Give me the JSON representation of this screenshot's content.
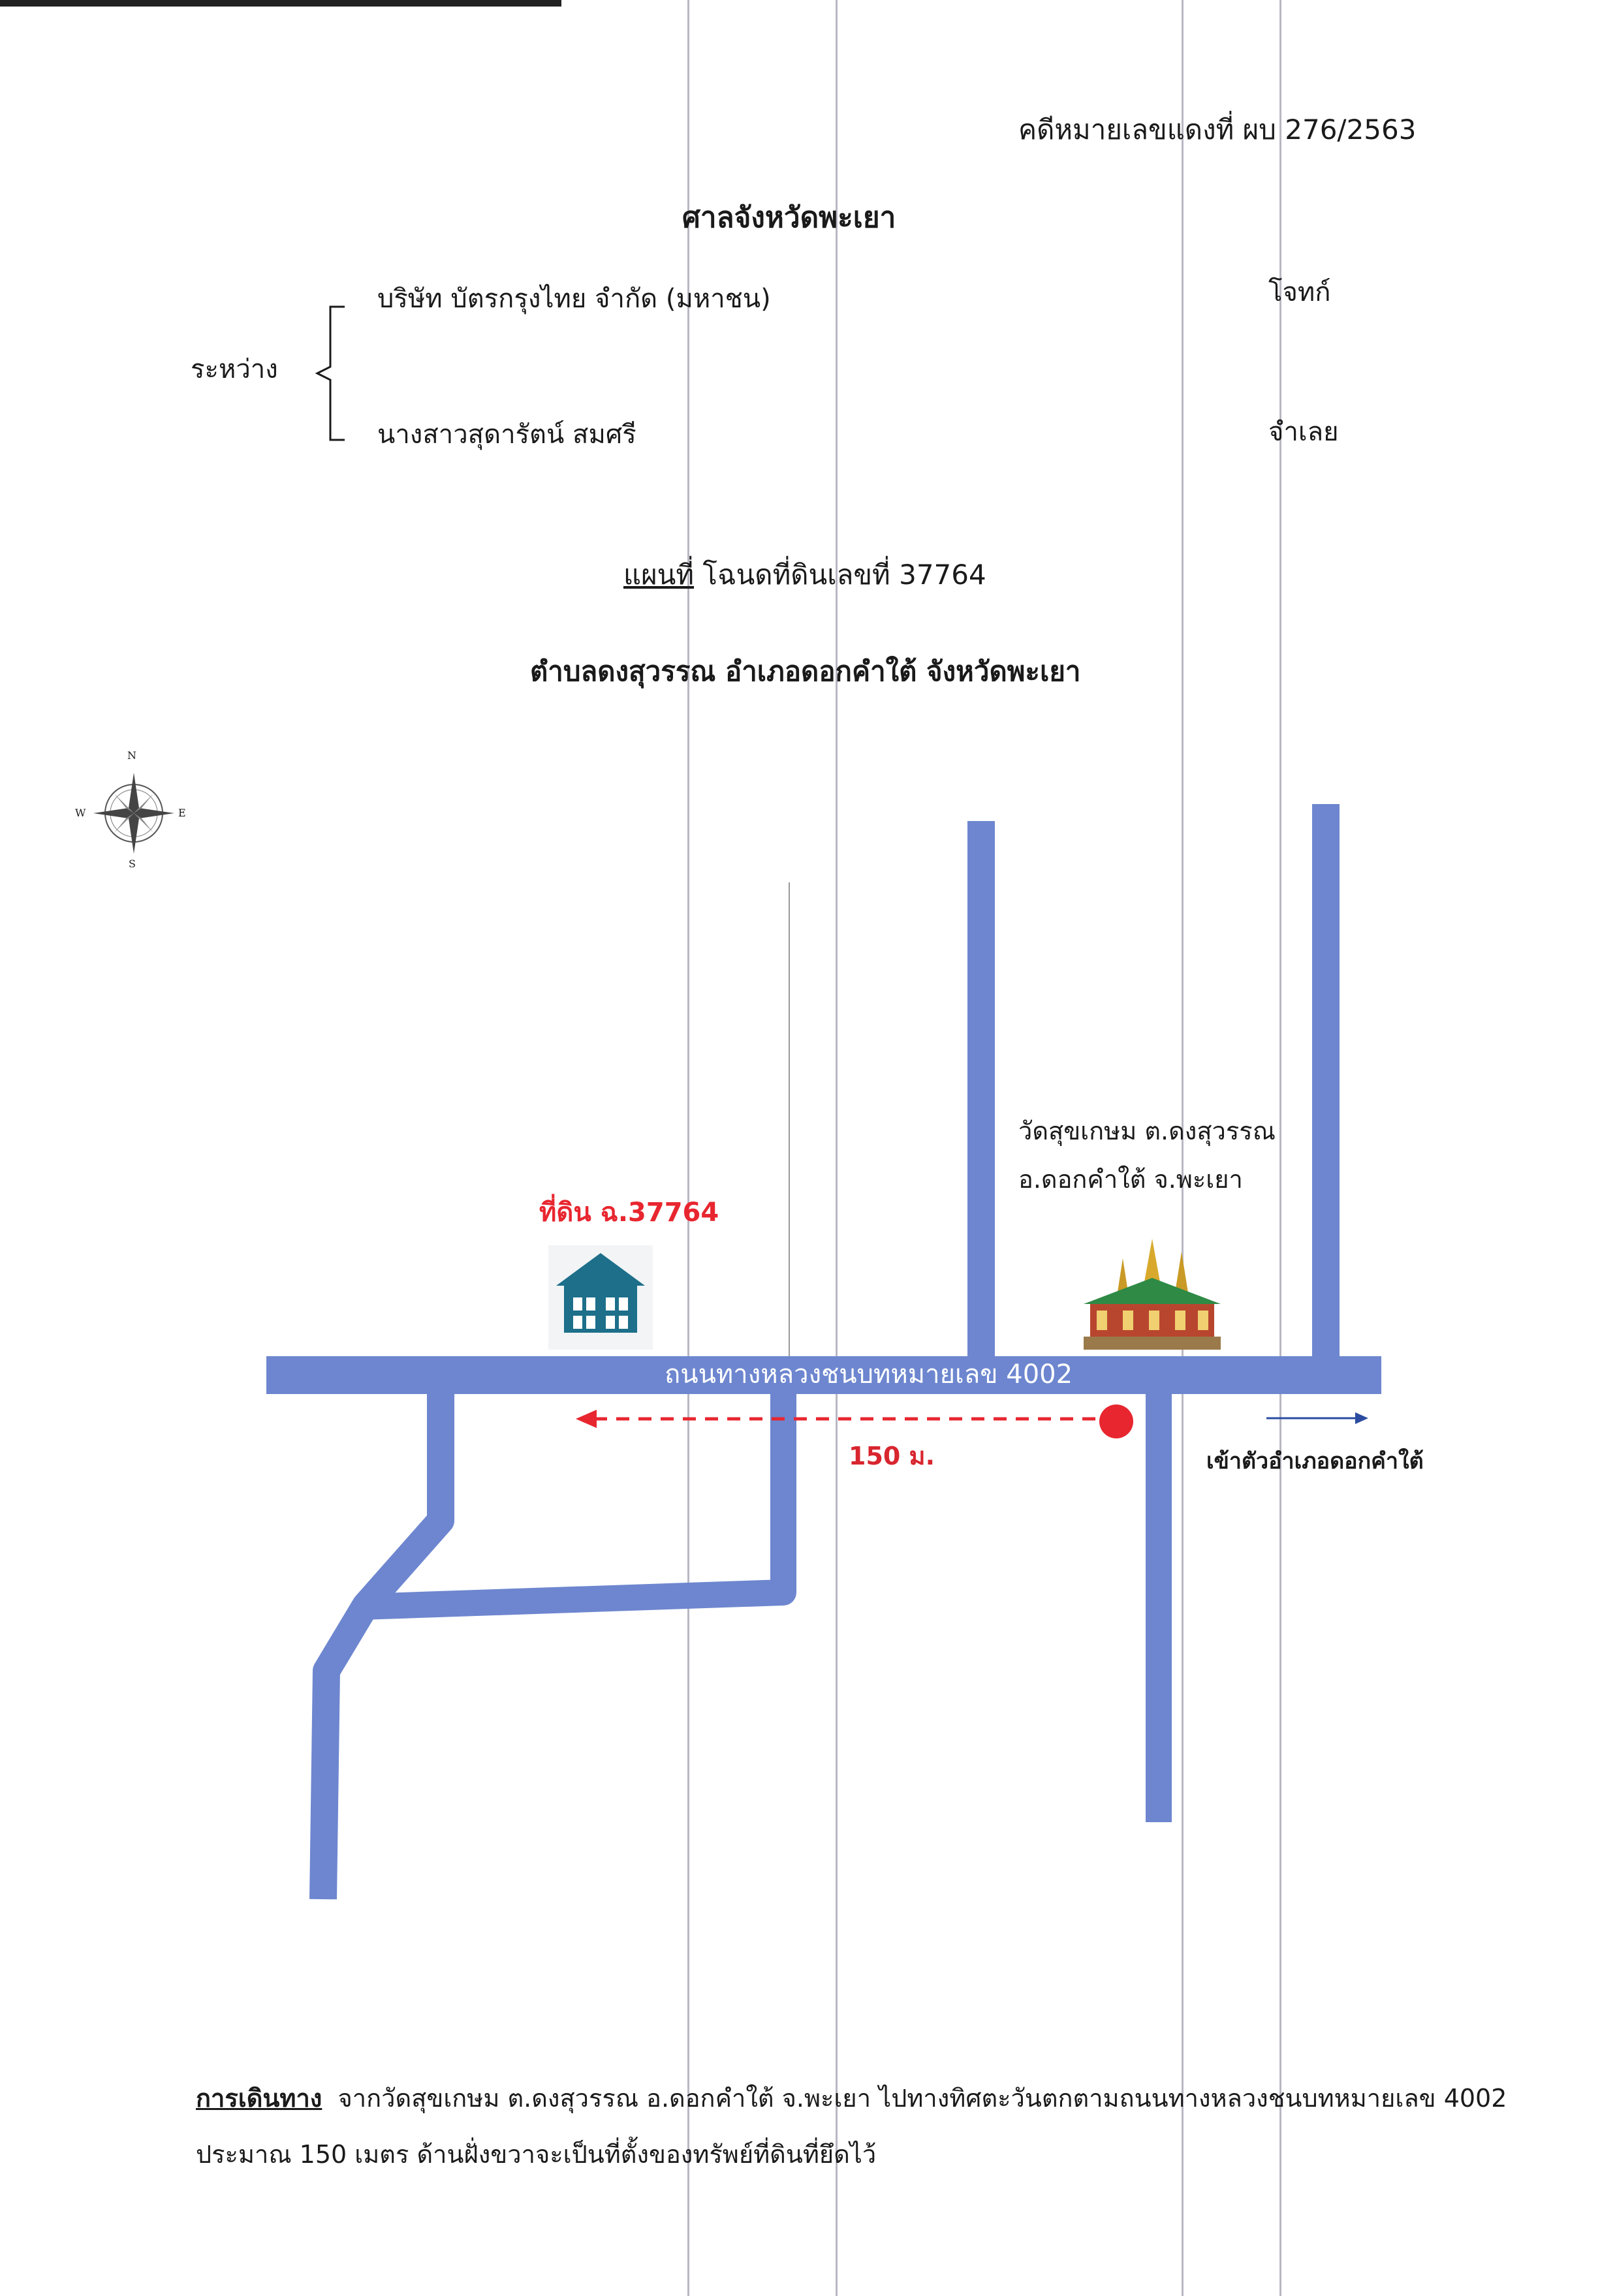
{
  "case_number": "คดีหมายเลขแดงที่ ผบ 276/2563",
  "court": "ศาลจังหวัดพะเยา",
  "parties": {
    "between_label": "ระหว่าง",
    "plaintiff_name": "บริษัท บัตรกรุงไทย จำกัด (มหาชน)",
    "plaintiff_role": "โจทก์",
    "defendant_name": "นางสาวสุดารัตน์ สมศรี",
    "defendant_role": "จำเลย"
  },
  "map_heading": {
    "label": "แผนที่",
    "title_rest": " โฉนดที่ดินเลขที่ 37764",
    "subtitle": "ตำบลดงสุวรรณ อำเภอดอกคำใต้ จังหวัดพะเยา"
  },
  "compass": {
    "n": "N",
    "s": "S",
    "e": "E",
    "w": "W"
  },
  "map": {
    "land_label": "ที่ดิน ฉ.37764",
    "temple_line1": "วัดสุขเกษม ต.ดงสุวรรณ",
    "temple_line2": "อ.ดอกคำใต้ จ.พะเยา",
    "road_label": "ถนนทางหลวงชนบทหมายเลข 4002",
    "distance_label": "150 ม.",
    "direction_label": "เข้าตัวอำเภอดอกคำใต้",
    "road_color": "#6d86cf",
    "marker_color": "#e8262f",
    "land_label_color": "#e8262f",
    "house_color": "#1d6f8a"
  },
  "directions": {
    "label": "การเดินทาง",
    "line1": "จากวัดสุขเกษม ต.ดงสุวรรณ อ.ดอกคำใต้ จ.พะเยา ไปทางทิศตะวันตกตามถนนทางหลวงชนบทหมายเลข 4002",
    "line2": "ประมาณ 150 เมตร ด้านฝั่งขวาจะเป็นที่ตั้งของทรัพย์ที่ดินที่ยึดไว้"
  }
}
